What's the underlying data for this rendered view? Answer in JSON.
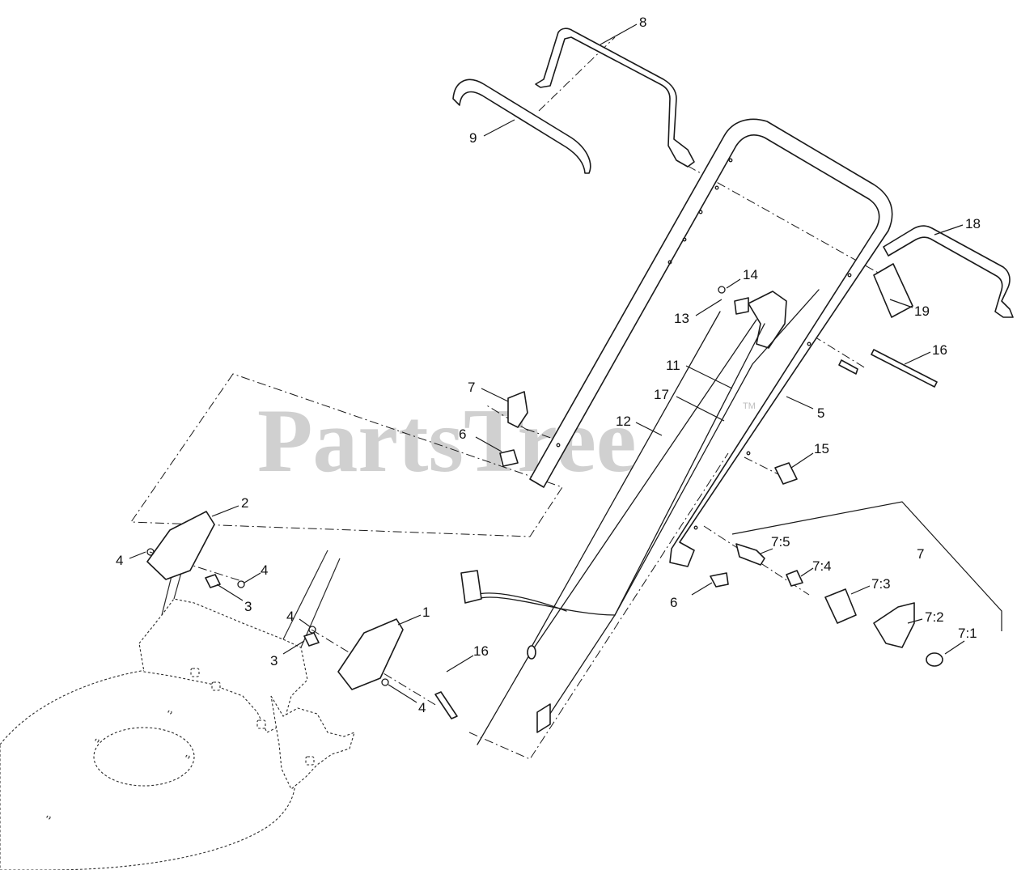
{
  "watermark": {
    "brand": "PartsTree",
    "trademark": "TM"
  },
  "callouts": [
    {
      "id": "c8",
      "label": "8"
    },
    {
      "id": "c9",
      "label": "9"
    },
    {
      "id": "c18",
      "label": "18"
    },
    {
      "id": "c14",
      "label": "14"
    },
    {
      "id": "c13",
      "label": "13"
    },
    {
      "id": "c19",
      "label": "19"
    },
    {
      "id": "c16a",
      "label": "16"
    },
    {
      "id": "c11",
      "label": "11"
    },
    {
      "id": "c17",
      "label": "17"
    },
    {
      "id": "c5",
      "label": "5"
    },
    {
      "id": "c12",
      "label": "12"
    },
    {
      "id": "c7a",
      "label": "7"
    },
    {
      "id": "c6a",
      "label": "6"
    },
    {
      "id": "c15",
      "label": "15"
    },
    {
      "id": "c2",
      "label": "2"
    },
    {
      "id": "c4a",
      "label": "4"
    },
    {
      "id": "c4b",
      "label": "4"
    },
    {
      "id": "c3a",
      "label": "3"
    },
    {
      "id": "c4c",
      "label": "4"
    },
    {
      "id": "c1",
      "label": "1"
    },
    {
      "id": "c3b",
      "label": "3"
    },
    {
      "id": "c16b",
      "label": "16"
    },
    {
      "id": "c4d",
      "label": "4"
    },
    {
      "id": "c7_5",
      "label": "7:5"
    },
    {
      "id": "c7b",
      "label": "7"
    },
    {
      "id": "c7_4",
      "label": "7:4"
    },
    {
      "id": "c7_3",
      "label": "7:3"
    },
    {
      "id": "c6b",
      "label": "6"
    },
    {
      "id": "c7_2",
      "label": "7:2"
    },
    {
      "id": "c7_1",
      "label": "7:1"
    }
  ]
}
